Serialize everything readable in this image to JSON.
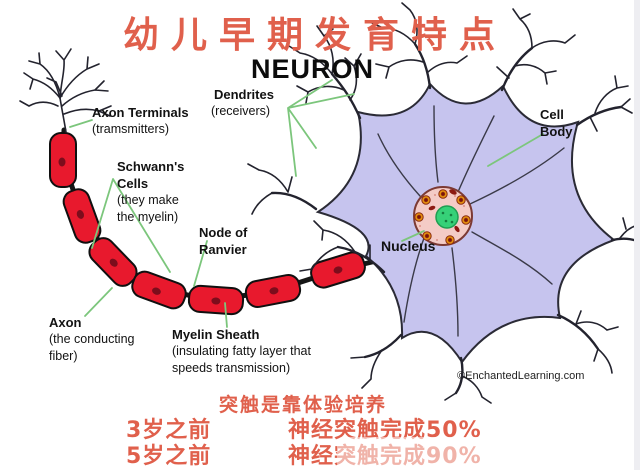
{
  "title": "幼儿早期发育特点",
  "diagram": {
    "heading": "NEURON",
    "labels": {
      "dendrites": {
        "name": "Dendrites",
        "sub": "(receivers)"
      },
      "axon_terminals": {
        "name": "Axon Terminals",
        "sub": "(tramsmitters)"
      },
      "cell_body": {
        "line1": "Cell",
        "line2": "Body"
      },
      "schwanns": {
        "line1": "Schwann's",
        "line2": "Cells",
        "sub1": "(they make",
        "sub2": "the myelin)"
      },
      "node_of_ranvier": {
        "line1": "Node of",
        "line2": "Ranvier"
      },
      "nucleus": "Nucleus",
      "axon": {
        "name": "Axon",
        "sub1": "(the conducting",
        "sub2": "fiber)"
      },
      "myelin_sheath": {
        "name": "Myelin Sheath",
        "sub1": "(insulating fatty layer that",
        "sub2": "speeds transmission)"
      }
    },
    "credit": "©EnchantedLearning.com"
  },
  "facts": {
    "heading": "突触是靠体验培养",
    "rows": [
      {
        "age": "3岁之前",
        "value": "神经突触完成50%"
      },
      {
        "age": "5岁之前",
        "value": "神经突触完成90%"
      }
    ]
  },
  "colors": {
    "accent_red_text": "#e0604c",
    "myelin_red": "#e8192d",
    "myelin_dot": "#7c0d1c",
    "cell_body_lavender": "#c6c4ee",
    "nucleus_pink": "#f4cbc6",
    "nucleolus_green": "#36d178",
    "pointer_green": "#7cc67c",
    "ink": "#121212"
  }
}
